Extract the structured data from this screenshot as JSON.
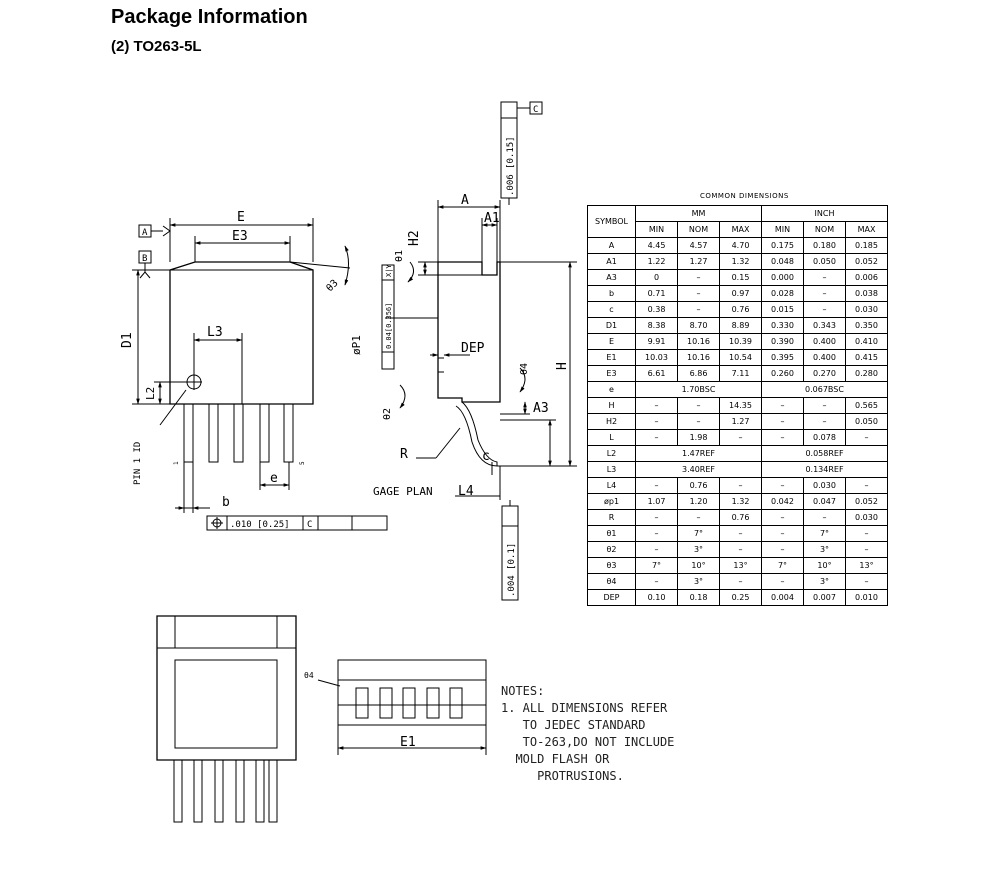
{
  "header": {
    "title": "Package Information",
    "subtitle": "(2) TO263-5L"
  },
  "labels": {
    "E": "E",
    "E3": "E3",
    "D1": "D1",
    "L3": "L3",
    "L2": "L2",
    "b": "b",
    "e": "e",
    "A": "A",
    "A1": "A1",
    "A3": "A3",
    "H": "H",
    "H2": "H2",
    "R": "R",
    "c": "c",
    "DEP": "DEP",
    "L4": "L4",
    "E1": "E1",
    "theta1": "θ1",
    "theta2": "θ2",
    "theta3": "θ3",
    "theta4": "θ4",
    "phiP1": "øP1",
    "datum_A": "A",
    "datum_B": "B",
    "datum_C": "C",
    "pin1_id": "PIN 1 ID",
    "pin_first": "1",
    "pin_last": "5",
    "gage_plane": "GAGE PLAN",
    "flatness_tol": ".006 [0.15]",
    "coplanarity_tol": ".004 [0.1]",
    "position_tol": ".010 [0.25]",
    "position_ref": "C",
    "hole_tol": "0.04[0.356]",
    "hole_ref": "X|Y"
  },
  "table": {
    "caption": "COMMON DIMENSIONS",
    "header_symbol": "SYMBOL",
    "group_mm": "MM",
    "group_inch": "INCH",
    "sub": [
      "MIN",
      "NOM",
      "MAX",
      "MIN",
      "NOM",
      "MAX"
    ],
    "rows": [
      {
        "sym": "A",
        "c": [
          "4.45",
          "4.57",
          "4.70",
          "0.175",
          "0.180",
          "0.185"
        ]
      },
      {
        "sym": "A1",
        "c": [
          "1.22",
          "1.27",
          "1.32",
          "0.048",
          "0.050",
          "0.052"
        ]
      },
      {
        "sym": "A3",
        "c": [
          "0",
          "–",
          "0.15",
          "0.000",
          "–",
          "0.006"
        ]
      },
      {
        "sym": "b",
        "c": [
          "0.71",
          "–",
          "0.97",
          "0.028",
          "–",
          "0.038"
        ]
      },
      {
        "sym": "c",
        "c": [
          "0.38",
          "–",
          "0.76",
          "0.015",
          "–",
          "0.030"
        ]
      },
      {
        "sym": "D1",
        "c": [
          "8.38",
          "8.70",
          "8.89",
          "0.330",
          "0.343",
          "0.350"
        ]
      },
      {
        "sym": "E",
        "c": [
          "9.91",
          "10.16",
          "10.39",
          "0.390",
          "0.400",
          "0.410"
        ]
      },
      {
        "sym": "E1",
        "c": [
          "10.03",
          "10.16",
          "10.54",
          "0.395",
          "0.400",
          "0.415"
        ]
      },
      {
        "sym": "E3",
        "c": [
          "6.61",
          "6.86",
          "7.11",
          "0.260",
          "0.270",
          "0.280"
        ]
      },
      {
        "sym": "e",
        "mm": "1.70BSC",
        "inch": "0.067BSC"
      },
      {
        "sym": "H",
        "c": [
          "–",
          "–",
          "14.35",
          "–",
          "–",
          "0.565"
        ]
      },
      {
        "sym": "H2",
        "c": [
          "–",
          "–",
          "1.27",
          "–",
          "–",
          "0.050"
        ]
      },
      {
        "sym": "L",
        "c": [
          "–",
          "1.98",
          "–",
          "–",
          "0.078",
          "–"
        ]
      },
      {
        "sym": "L2",
        "mm": "1.47REF",
        "inch": "0.058REF"
      },
      {
        "sym": "L3",
        "mm": "3.40REF",
        "inch": "0.134REF"
      },
      {
        "sym": "L4",
        "c": [
          "–",
          "0.76",
          "–",
          "–",
          "0.030",
          "–"
        ]
      },
      {
        "sym": "øp1",
        "c": [
          "1.07",
          "1.20",
          "1.32",
          "0.042",
          "0.047",
          "0.052"
        ]
      },
      {
        "sym": "R",
        "c": [
          "–",
          "–",
          "0.76",
          "–",
          "–",
          "0.030"
        ]
      },
      {
        "sym": "θ1",
        "c": [
          "–",
          "7°",
          "–",
          "–",
          "7°",
          "–"
        ]
      },
      {
        "sym": "θ2",
        "c": [
          "–",
          "3°",
          "–",
          "–",
          "3°",
          "–"
        ]
      },
      {
        "sym": "θ3",
        "c": [
          "7°",
          "10°",
          "13°",
          "7°",
          "10°",
          "13°"
        ]
      },
      {
        "sym": "θ4",
        "c": [
          "–",
          "3°",
          "–",
          "–",
          "3°",
          "–"
        ]
      },
      {
        "sym": "DEP",
        "c": [
          "0.10",
          "0.18",
          "0.25",
          "0.004",
          "0.007",
          "0.010"
        ]
      }
    ]
  },
  "notes": {
    "heading": "NOTES:",
    "lines": [
      "1. ALL DIMENSIONS REFER",
      "   TO JEDEC STANDARD",
      "   TO-263,DO NOT INCLUDE",
      "  MOLD FLASH OR",
      "     PROTRUSIONS."
    ]
  }
}
